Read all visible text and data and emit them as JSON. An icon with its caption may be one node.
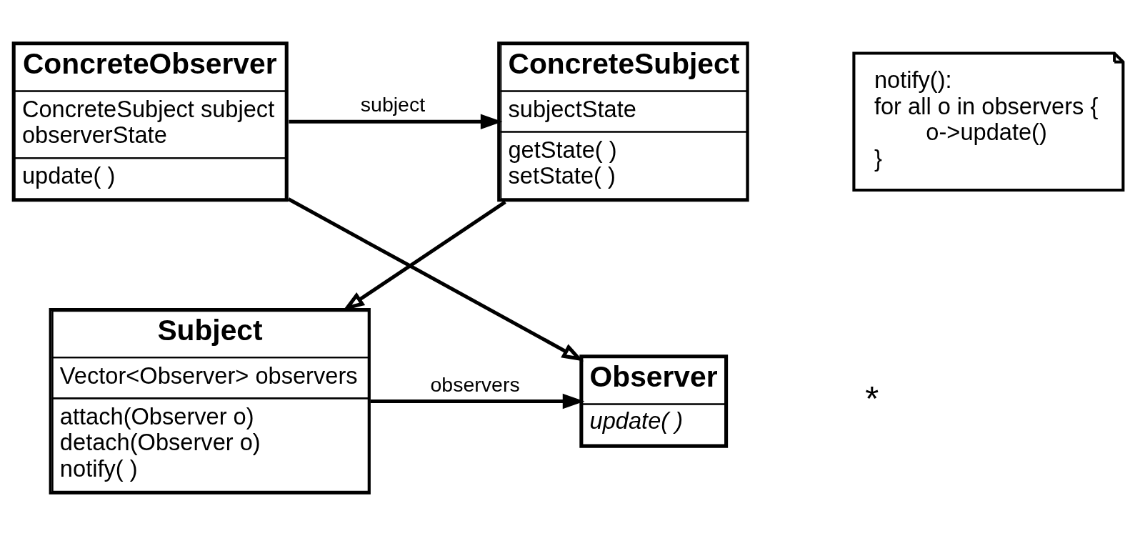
{
  "diagram": {
    "nodes": [
      {
        "text": [
          "Subject",
          "Vector<Observer> observers",
          "attach(Observer o)",
          "detach(Observer o)",
          "notify( )"
        ]
      },
      {
        "text": [
          "Observer",
          "update( )"
        ]
      },
      {
        "text": [
          "notify():",
          "for all o in observers {",
          "o->update()",
          "}"
        ]
      },
      {
        "text": [
          "ConcreteSubject",
          "subjectState",
          "getState( )",
          "setState( )"
        ]
      },
      {
        "text": [
          "ConcreteObserver",
          "ConcreteSubject subject",
          "observerState",
          "update( )"
        ]
      }
    ],
    "edges": [
      {
        "from": 0,
        "to": 1,
        "arrow": "to",
        "label": "observers"
      },
      {
        "from": 3,
        "to": 0,
        "arrow": "to"
      },
      {
        "from": 4,
        "to": 1,
        "arrow": "to"
      },
      {
        "from": 4,
        "to": 3,
        "arrow": "to",
        "label": "subject"
      }
    ],
    "labels": [
      "*"
    ]
  }
}
